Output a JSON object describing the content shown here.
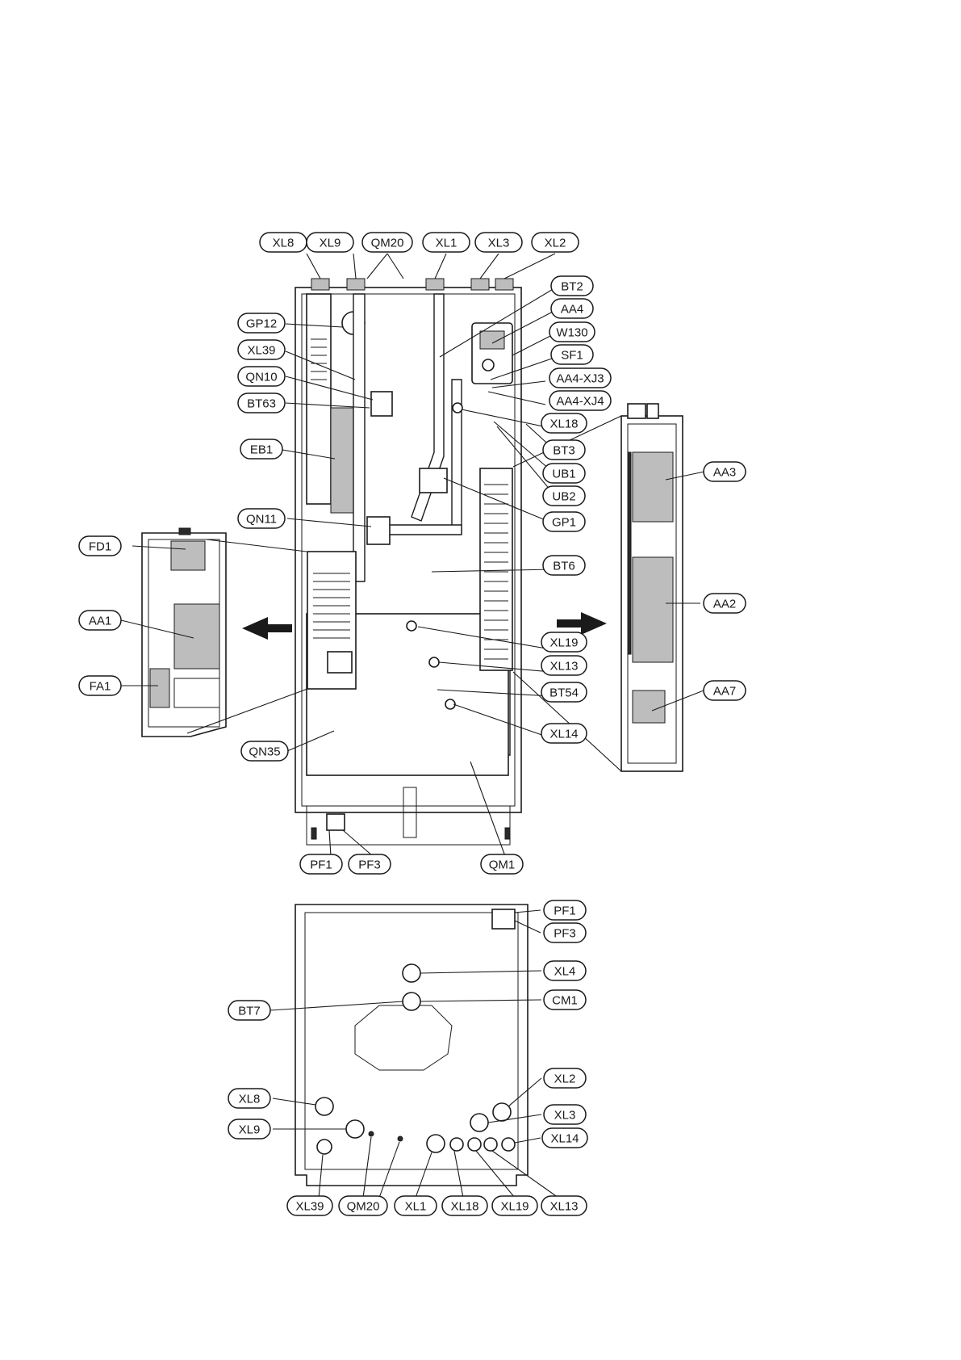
{
  "callouts": [
    {
      "id": "XL8",
      "label": "XL8"
    },
    {
      "id": "XL9",
      "label": "XL9"
    },
    {
      "id": "QM20",
      "label": "QM20"
    },
    {
      "id": "XL1",
      "label": "XL1"
    },
    {
      "id": "XL3",
      "label": "XL3"
    },
    {
      "id": "XL2",
      "label": "XL2"
    },
    {
      "id": "BT2",
      "label": "BT2"
    },
    {
      "id": "AA4",
      "label": "AA4"
    },
    {
      "id": "W130",
      "label": "W130"
    },
    {
      "id": "SF1",
      "label": "SF1"
    },
    {
      "id": "AA4-XJ3",
      "label": "AA4-XJ3"
    },
    {
      "id": "AA4-XJ4",
      "label": "AA4-XJ4"
    },
    {
      "id": "GP12",
      "label": "GP12"
    },
    {
      "id": "XL39",
      "label": "XL39"
    },
    {
      "id": "QN10",
      "label": "QN10"
    },
    {
      "id": "BT63",
      "label": "BT63"
    },
    {
      "id": "EB1",
      "label": "EB1"
    },
    {
      "id": "XL18",
      "label": "XL18"
    },
    {
      "id": "BT3",
      "label": "BT3"
    },
    {
      "id": "UB1",
      "label": "UB1"
    },
    {
      "id": "UB2",
      "label": "UB2"
    },
    {
      "id": "AA3",
      "label": "AA3"
    },
    {
      "id": "QN11",
      "label": "QN11"
    },
    {
      "id": "GP1",
      "label": "GP1"
    },
    {
      "id": "FD1",
      "label": "FD1"
    },
    {
      "id": "BT6",
      "label": "BT6"
    },
    {
      "id": "AA2",
      "label": "AA2"
    },
    {
      "id": "AA1",
      "label": "AA1"
    },
    {
      "id": "XL19",
      "label": "XL19"
    },
    {
      "id": "XL13",
      "label": "XL13"
    },
    {
      "id": "FA1",
      "label": "FA1"
    },
    {
      "id": "BT54",
      "label": "BT54"
    },
    {
      "id": "AA7",
      "label": "AA7"
    },
    {
      "id": "XL14",
      "label": "XL14"
    },
    {
      "id": "QN35",
      "label": "QN35"
    },
    {
      "id": "PF1",
      "label": "PF1"
    },
    {
      "id": "PF3",
      "label": "PF3"
    },
    {
      "id": "QM1",
      "label": "QM1"
    },
    {
      "id": "PF1-top",
      "label": "PF1"
    },
    {
      "id": "PF3-top",
      "label": "PF3"
    },
    {
      "id": "XL4",
      "label": "XL4"
    },
    {
      "id": "BT7",
      "label": "BT7"
    },
    {
      "id": "CM1",
      "label": "CM1"
    },
    {
      "id": "XL2-top",
      "label": "XL2"
    },
    {
      "id": "XL8-top",
      "label": "XL8"
    },
    {
      "id": "XL3-top",
      "label": "XL3"
    },
    {
      "id": "XL9-top",
      "label": "XL9"
    },
    {
      "id": "XL14-top",
      "label": "XL14"
    },
    {
      "id": "XL39-top",
      "label": "XL39"
    },
    {
      "id": "QM20-top",
      "label": "QM20"
    },
    {
      "id": "XL1-top",
      "label": "XL1"
    },
    {
      "id": "XL18-top",
      "label": "XL18"
    },
    {
      "id": "XL19-top",
      "label": "XL19"
    },
    {
      "id": "XL13-top",
      "label": "XL13"
    }
  ]
}
